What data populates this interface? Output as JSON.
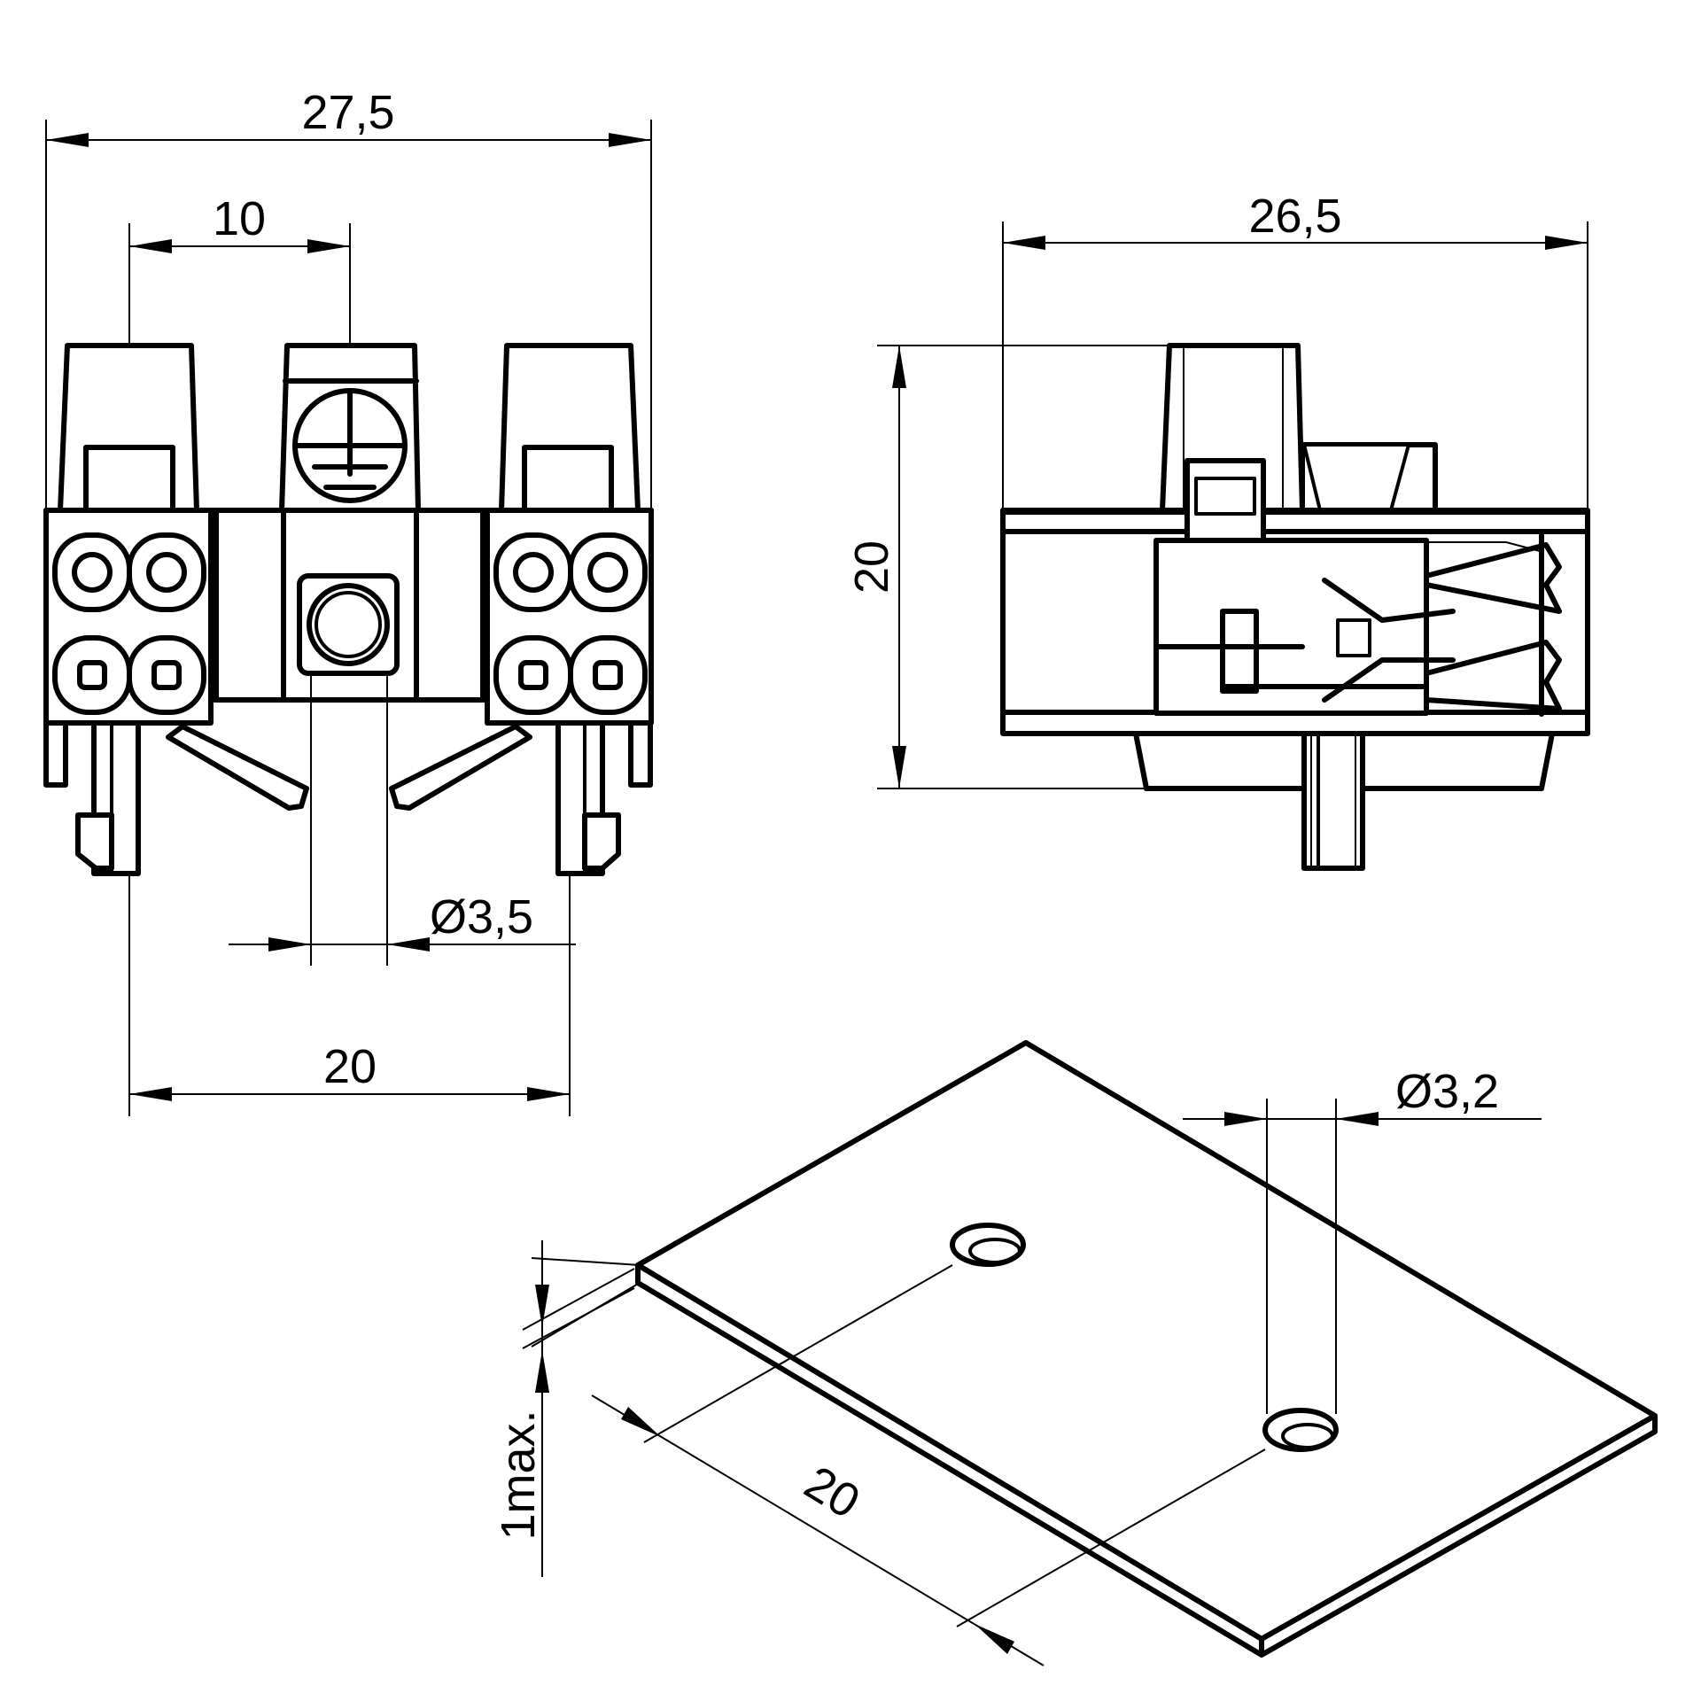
{
  "front_view": {
    "width_total": "27,5",
    "pitch_top": "10",
    "pin_diameter": "Ø3,5",
    "pin_spacing": "20"
  },
  "side_view": {
    "depth": "26,5",
    "height": "20"
  },
  "plate_view": {
    "hole_diameter": "Ø3,2",
    "hole_spacing": "20",
    "thickness": "1max."
  }
}
